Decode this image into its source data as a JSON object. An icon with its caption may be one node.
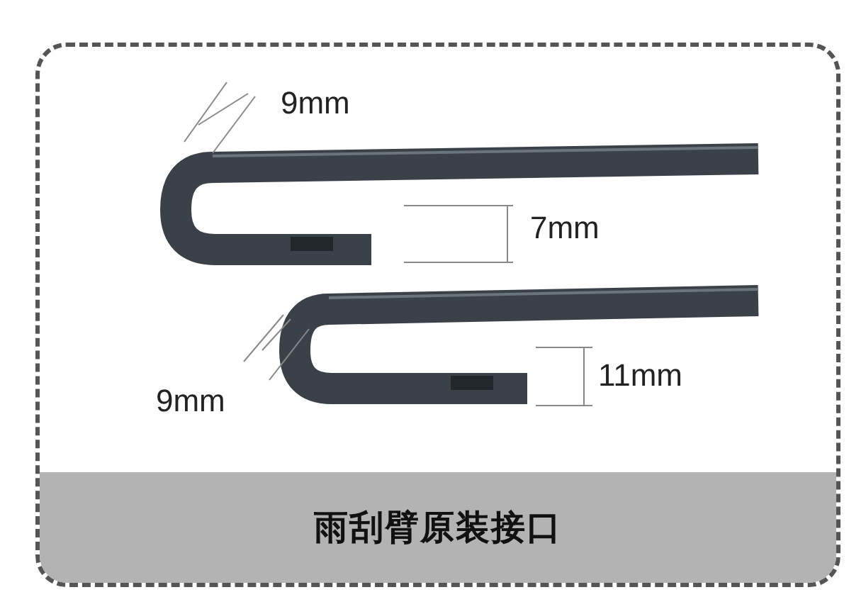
{
  "diagram": {
    "caption": "雨刮臂原装接口",
    "labels": [
      "9mm",
      "7mm",
      "9mm",
      "11mm"
    ]
  }
}
